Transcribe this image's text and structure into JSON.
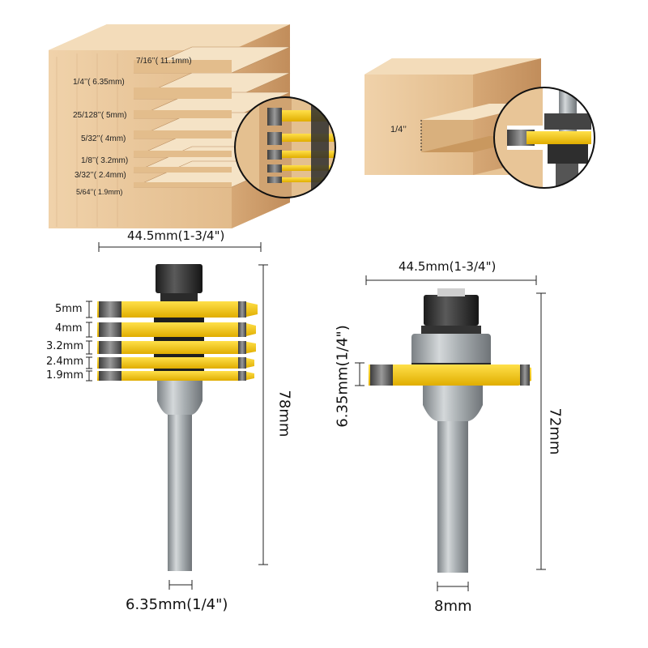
{
  "woodblock_a": {
    "labels": [
      "7/16’’( 11.1mm)",
      "1/4’’( 6.35mm)",
      "25/128’’( 5mm)",
      "5/32’’( 4mm)",
      "1/8’’( 3.2mm)",
      "3/32’’( 2.4mm)",
      "5/64’’( 1.9mm)"
    ]
  },
  "woodblock_b": {
    "label": "1/4’’"
  },
  "bit_a": {
    "width_label": "44.5mm(1-3/4\")",
    "height_label": "78mm",
    "shank_label": "6.35mm(1/4\")",
    "blade_labels": [
      "5mm",
      "4mm",
      "3.2mm",
      "2.4mm",
      "1.9mm"
    ]
  },
  "bit_b": {
    "width_label": "44.5mm(1-3/4\")",
    "height_label": "72mm",
    "cut_label": "6.35mm(1/4\")",
    "shank_label": "8mm"
  },
  "colors": {
    "wood": "#e6c296",
    "wood_dark": "#c99a67",
    "blade": "#f5c814",
    "steel": "#9aa0a4",
    "carbide": "#4a4a4a"
  }
}
